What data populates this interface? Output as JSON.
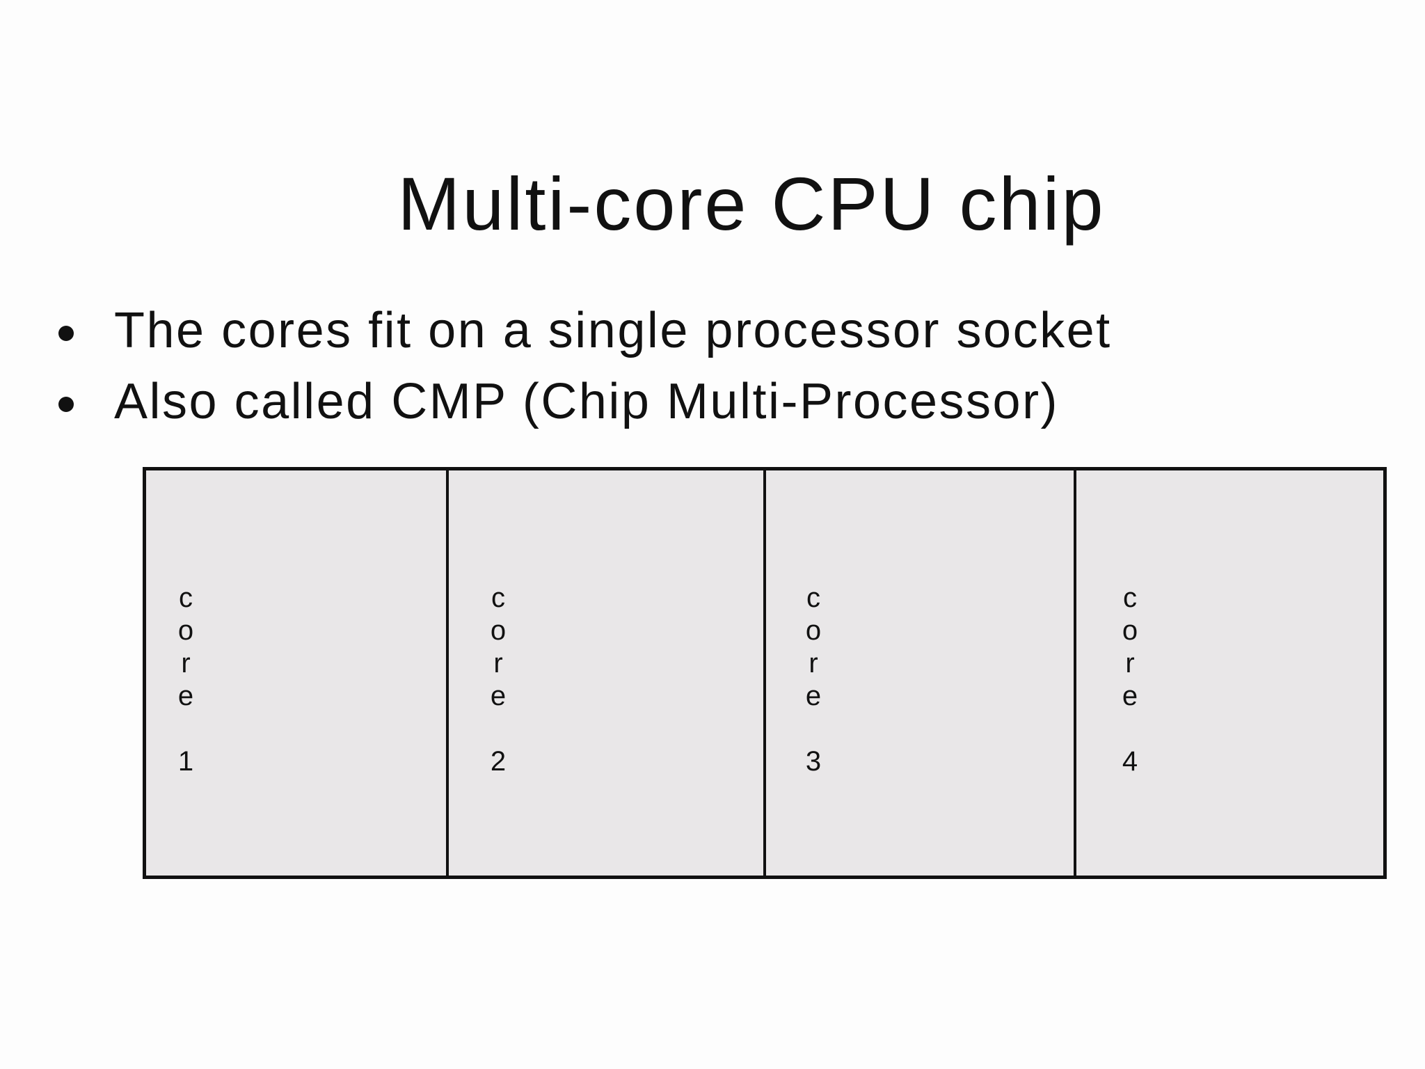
{
  "slide": {
    "title": "Multi-core CPU chip",
    "bullets": [
      "The cores fit on a single processor socket",
      "Also called CMP (Chip Multi-Processor)"
    ],
    "diagram": {
      "cores": [
        {
          "letters": [
            "c",
            "o",
            "r",
            "e"
          ],
          "number": "1"
        },
        {
          "letters": [
            "c",
            "o",
            "r",
            "e"
          ],
          "number": "2"
        },
        {
          "letters": [
            "c",
            "o",
            "r",
            "e"
          ],
          "number": "3"
        },
        {
          "letters": [
            "c",
            "o",
            "r",
            "e"
          ],
          "number": "4"
        }
      ]
    }
  }
}
